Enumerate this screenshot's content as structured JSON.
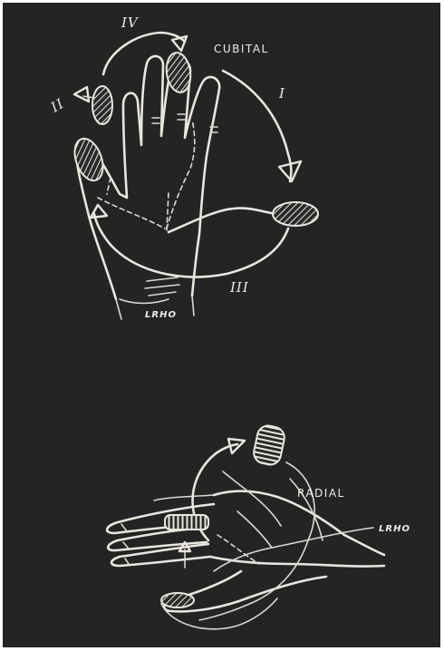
{
  "diagram": {
    "top": {
      "cubital_label": "CUBITAL",
      "numerals": [
        "I",
        "II",
        "III",
        "IV"
      ],
      "nerve_label": "LRHO"
    },
    "bottom": {
      "radial_label": "RADIAL",
      "nerve_label": "LRHO"
    },
    "colors": {
      "background": "#242424",
      "chalk": "#e9e6df"
    }
  }
}
